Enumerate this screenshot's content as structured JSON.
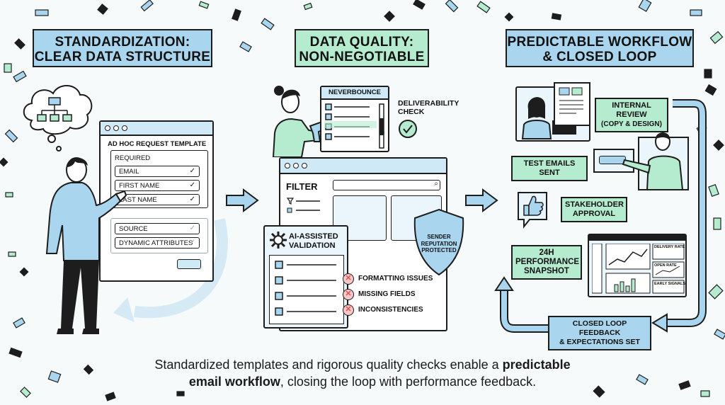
{
  "columns": {
    "standardization": {
      "title_line1": "STANDARDIZATION:",
      "title_line2": "CLEAR DATA STRUCTURE",
      "template_window": {
        "title": "AD HOC REQUEST TEMPLATE",
        "required_label": "REQUIRED",
        "required_fields": [
          "EMAIL",
          "FIRST NAME",
          "LAST NAME"
        ],
        "optional_fields": [
          "SOURCE",
          "DYNAMIC ATTRIBUTES"
        ]
      }
    },
    "data_quality": {
      "title_line1": "DATA QUALITY:",
      "title_line2": "NON-NEGOTIABLE",
      "neverbounce_label": "NEVERBOUNCE",
      "deliverability_line1": "DELIVERABILITY",
      "deliverability_line2": "CHECK",
      "filter_label": "FILTER",
      "ai_line1": "AI-ASSISTED",
      "ai_line2": "VALIDATION",
      "issues": [
        "FORMATTING ISSUES",
        "MISSING FIELDS",
        "INCONSISTENCIES"
      ],
      "shield_line1": "SENDER",
      "shield_line2": "REPUTATION",
      "shield_line3": "PROTECTED"
    },
    "workflow": {
      "title_line1": "PREDICTABLE WORKFLOW",
      "title_line2": "& CLOSED LOOP",
      "internal_review_line1": "INTERNAL REVIEW",
      "internal_review_line2": "(COPY & DESIGN)",
      "test_emails": "TEST EMAILS SENT",
      "stakeholder_line1": "STAKEHOLDER",
      "stakeholder_line2": "APPROVAL",
      "snapshot_line1": "24H",
      "snapshot_line2": "PERFORMANCE",
      "snapshot_line3": "SNAPSHOT",
      "dashboard_labels": [
        "DELIVERY RATE",
        "OPEN RATE",
        "EARLY SIGNALS"
      ],
      "feedback_line1": "CLOSED LOOP FEEDBACK",
      "feedback_line2": "& EXPECTATIONS SET"
    }
  },
  "caption": {
    "part1": "Standardized templates and rigorous quality checks enable a ",
    "bold1": "predictable",
    "bold2": "email workflow",
    "part2": ", closing the loop with performance feedback."
  },
  "colors": {
    "blue": "#a9d6ee",
    "green": "#b5ecd0",
    "ink": "#1d1d1d",
    "red": "#d9534f"
  }
}
